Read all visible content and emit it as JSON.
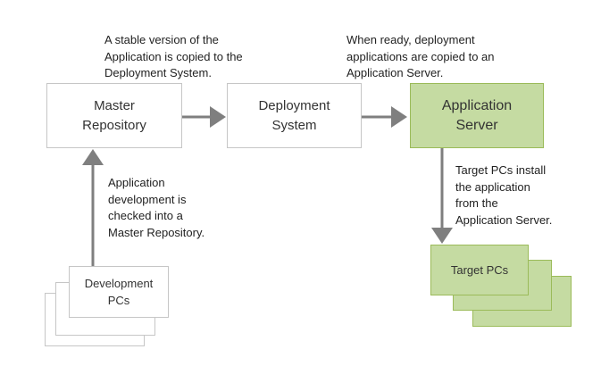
{
  "nodes": {
    "master_repository": "Master\nRepository",
    "deployment_system": "Deployment\nSystem",
    "application_server": "Application\nServer",
    "development_pcs": "Development\nPCs",
    "target_pcs": "Target PCs"
  },
  "notes": {
    "copy_to_deployment": "A stable version of the\nApplication is copied to the\nDeployment System.",
    "copy_to_server": "When ready, deployment\napplications are copied to an\nApplication Server.",
    "checked_in": "Application\ndevelopment is\nchecked into a\nMaster Repository.",
    "targets_install": "Target PCs install\nthe application\nfrom the\nApplication Server."
  },
  "colors": {
    "box_border": "#c6c6c6",
    "green_fill": "#c5dba2",
    "green_border": "#9bbb59",
    "arrow": "#7f7f7f"
  }
}
